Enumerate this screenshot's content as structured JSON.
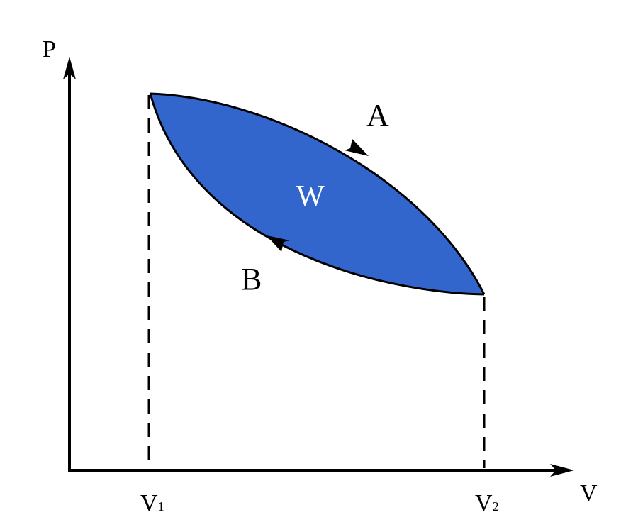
{
  "diagram": {
    "axes": {
      "y_label": "P",
      "x_label": "V"
    },
    "ticks": [
      {
        "main": "V",
        "sub": "1"
      },
      {
        "main": "V",
        "sub": "2"
      }
    ],
    "paths": {
      "upper": "A",
      "lower": "B"
    },
    "area_label": "W",
    "colors": {
      "fill": "#3366CC",
      "stroke": "#000000",
      "area_label": "#FFFFFF"
    }
  }
}
